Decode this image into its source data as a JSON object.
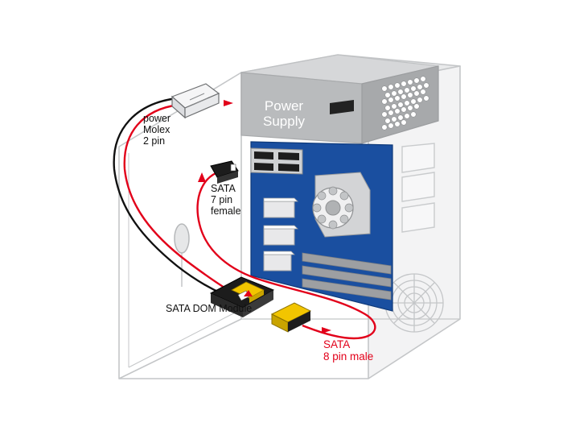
{
  "labels": {
    "power_supply": [
      "Power",
      "Supply"
    ],
    "power_molex": [
      "power",
      "Molex",
      "2 pin"
    ],
    "sata_female": [
      "SATA",
      "7 pin",
      "female"
    ],
    "sata_dom": "SATA DOM Module",
    "sata_male": [
      "SATA",
      "8 pin male"
    ]
  },
  "colors": {
    "case_outline": "#c4c6c8",
    "psu_fill": "#b9bbbd",
    "motherboard": "#1a4fa0",
    "cable_red": "#e2001a",
    "cable_black": "#111111",
    "connector_yellow": "#f2c500"
  }
}
